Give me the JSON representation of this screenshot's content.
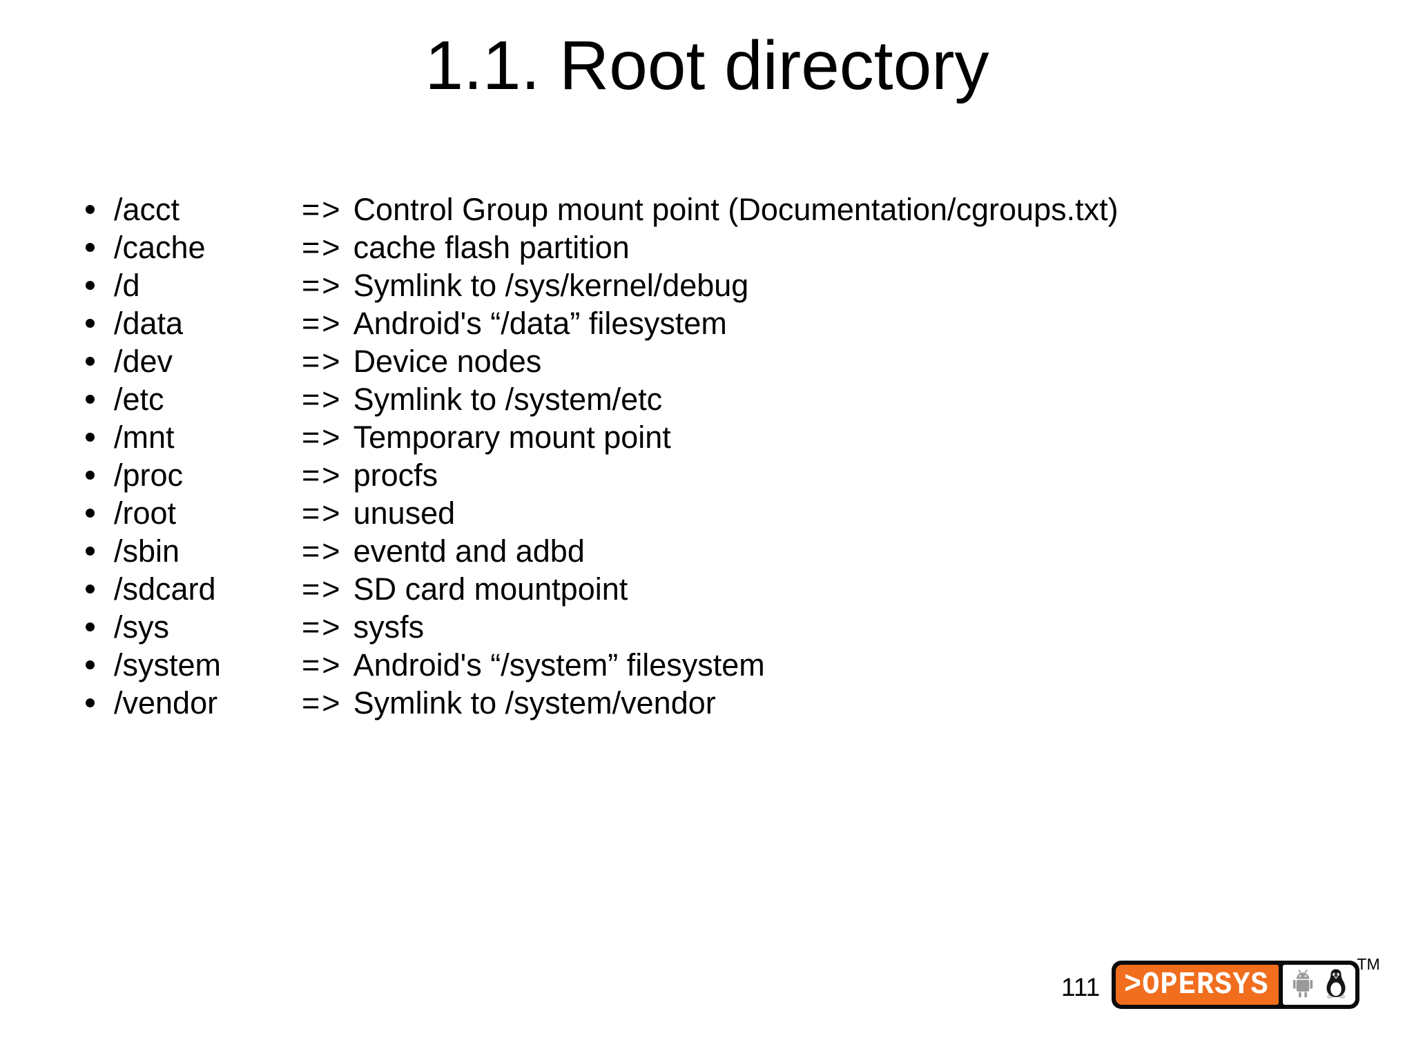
{
  "slide": {
    "title": "1.1. Root directory",
    "page_number": "111"
  },
  "list": {
    "arrow": "=>",
    "items": [
      {
        "term": "/acct",
        "desc": "Control Group mount point (Documentation/cgroups.txt)"
      },
      {
        "term": "/cache",
        "desc": "cache flash partition"
      },
      {
        "term": "/d",
        "desc": "Symlink to /sys/kernel/debug"
      },
      {
        "term": "/data",
        "desc": "Android's “/data” filesystem"
      },
      {
        "term": "/dev",
        "desc": "Device nodes"
      },
      {
        "term": "/etc",
        "desc": "Symlink to /system/etc"
      },
      {
        "term": "/mnt",
        "desc": "Temporary mount point"
      },
      {
        "term": "/proc",
        "desc": "procfs"
      },
      {
        "term": "/root",
        "desc": "unused"
      },
      {
        "term": "/sbin",
        "desc": "eventd and adbd"
      },
      {
        "term": "/sdcard",
        "desc": "SD card mountpoint"
      },
      {
        "term": "/sys",
        "desc": "sysfs"
      },
      {
        "term": "/system",
        "desc": "Android's “/system” filesystem"
      },
      {
        "term": "/vendor",
        "desc": "Symlink to /system/vendor"
      }
    ]
  },
  "logo": {
    "brand": ">OPERSYS",
    "trademark": "TM",
    "orange": "#F06E1E",
    "icons": [
      "android-robot-icon",
      "tux-penguin-icon"
    ]
  }
}
